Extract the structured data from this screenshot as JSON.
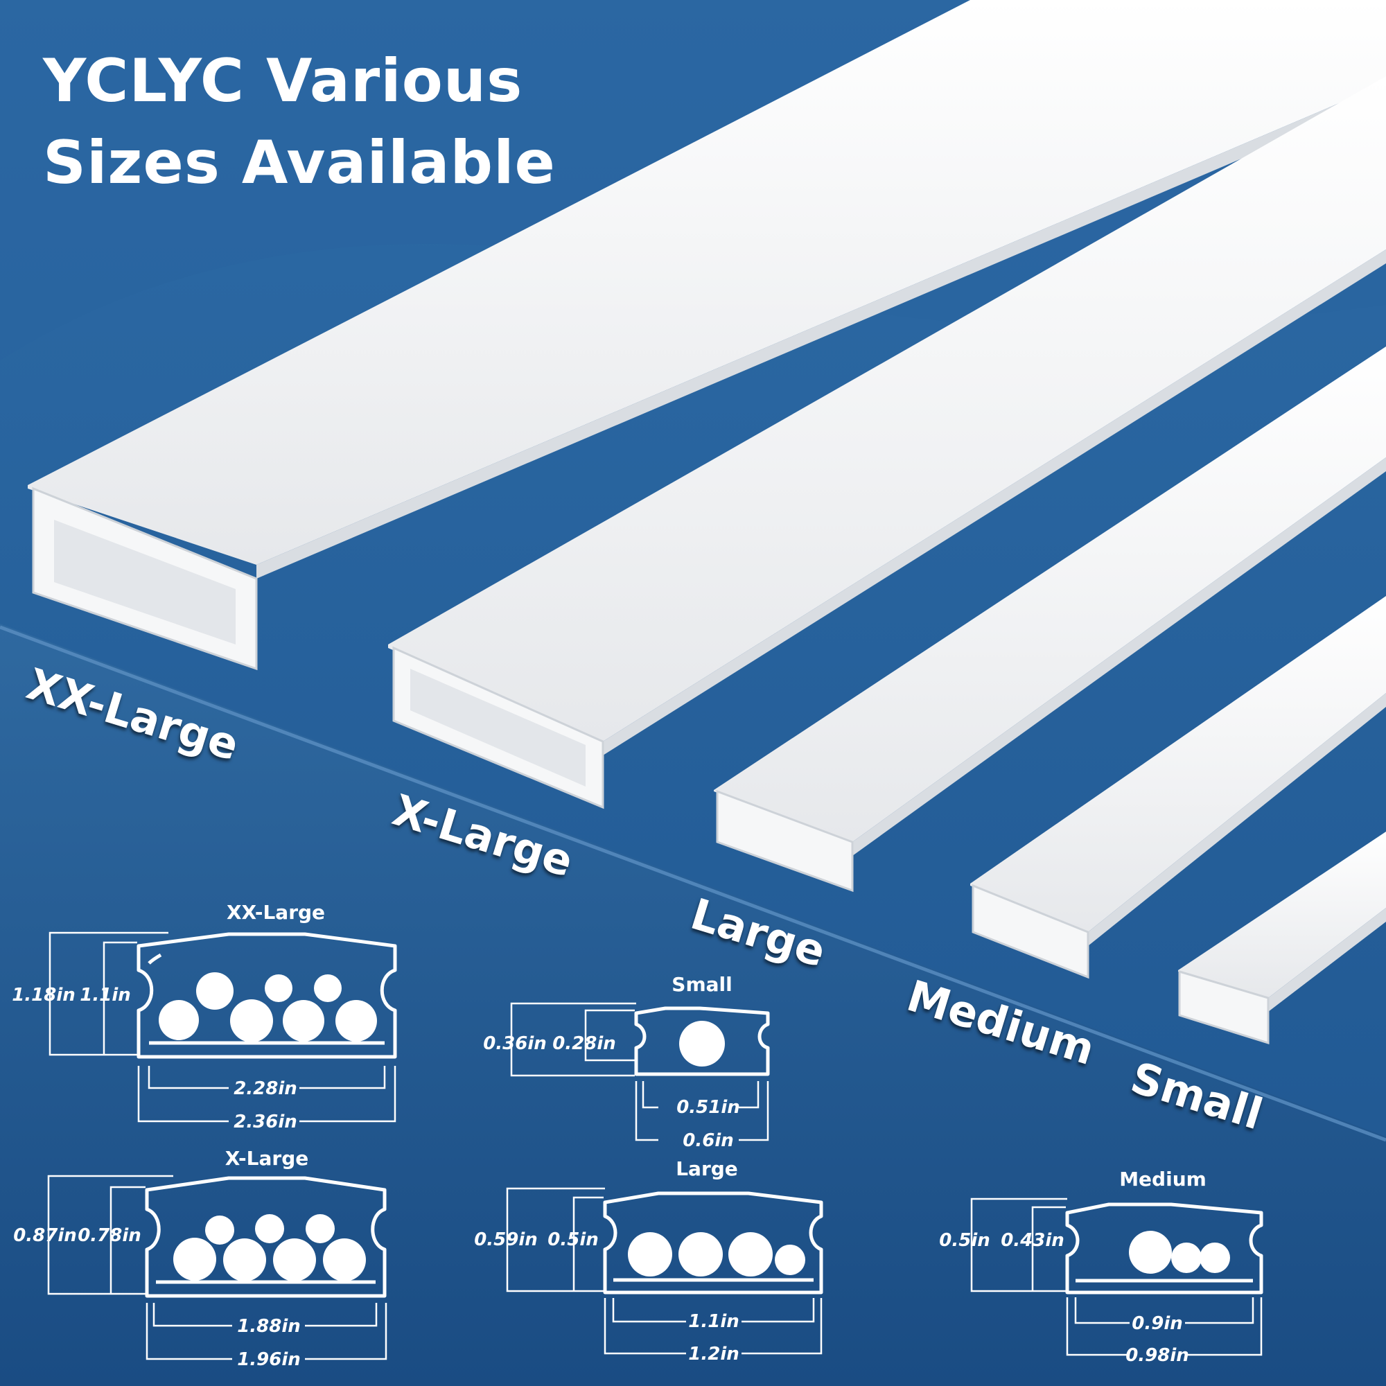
{
  "headline": {
    "line1": "YCLYC Various",
    "line2": "Sizes Available"
  },
  "channel_labels": [
    "XX-Large",
    "X-Large",
    "Large",
    "Medium",
    "Small"
  ],
  "diagrams": {
    "xxlarge": {
      "title": "XX-Large",
      "outer_height": "1.18in",
      "inner_height": "1.1in",
      "inner_width": "2.28in",
      "outer_width": "2.36in"
    },
    "small": {
      "title": "Small",
      "outer_height": "0.36in",
      "inner_height": "0.28in",
      "inner_width": "0.51in",
      "outer_width": "0.6in"
    },
    "xlarge": {
      "title": "X-Large",
      "outer_height": "0.87in",
      "inner_height": "0.78in",
      "inner_width": "1.88in",
      "outer_width": "1.96in"
    },
    "large": {
      "title": "Large",
      "outer_height": "0.59in",
      "inner_height": "0.5in",
      "inner_width": "1.1in",
      "outer_width": "1.2in"
    },
    "medium": {
      "title": "Medium",
      "outer_height": "0.5in",
      "inner_height": "0.43in",
      "inner_width": "0.9in",
      "outer_width": "0.98in"
    }
  },
  "colors": {
    "background_top": "#2c6aa4",
    "background_bottom": "#1b4e86",
    "channel": "#f4f4f4",
    "text": "#ffffff"
  }
}
